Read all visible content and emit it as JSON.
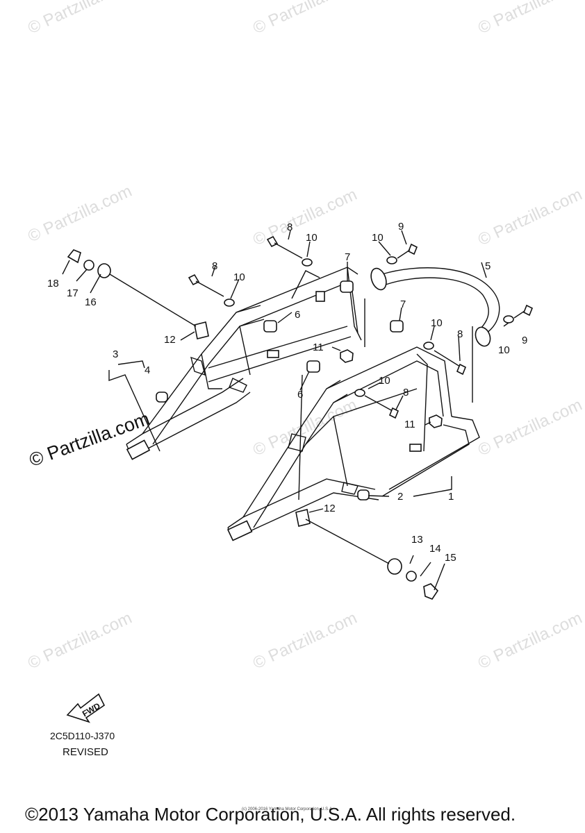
{
  "watermark_text": "© Partzilla.com",
  "watermark_large_text": "© Partzilla.com",
  "callouts": [
    "1",
    "2",
    "3",
    "4",
    "5",
    "6",
    "6",
    "7",
    "7",
    "8",
    "8",
    "8",
    "8",
    "9",
    "9",
    "10",
    "10",
    "10",
    "10",
    "10",
    "10",
    "11",
    "11",
    "12",
    "12",
    "13",
    "14",
    "15",
    "16",
    "17",
    "18"
  ],
  "fwd_label": "FWD",
  "diagram_code": "2C5D110-J370",
  "revised_label": "REVISED",
  "small_copyright": "(c) 2006-2016 Yamaha Motor Corporation, U.S.A.",
  "copyright": "©2013 Yamaha Motor Corporation, U.S.A. All rights reserved."
}
